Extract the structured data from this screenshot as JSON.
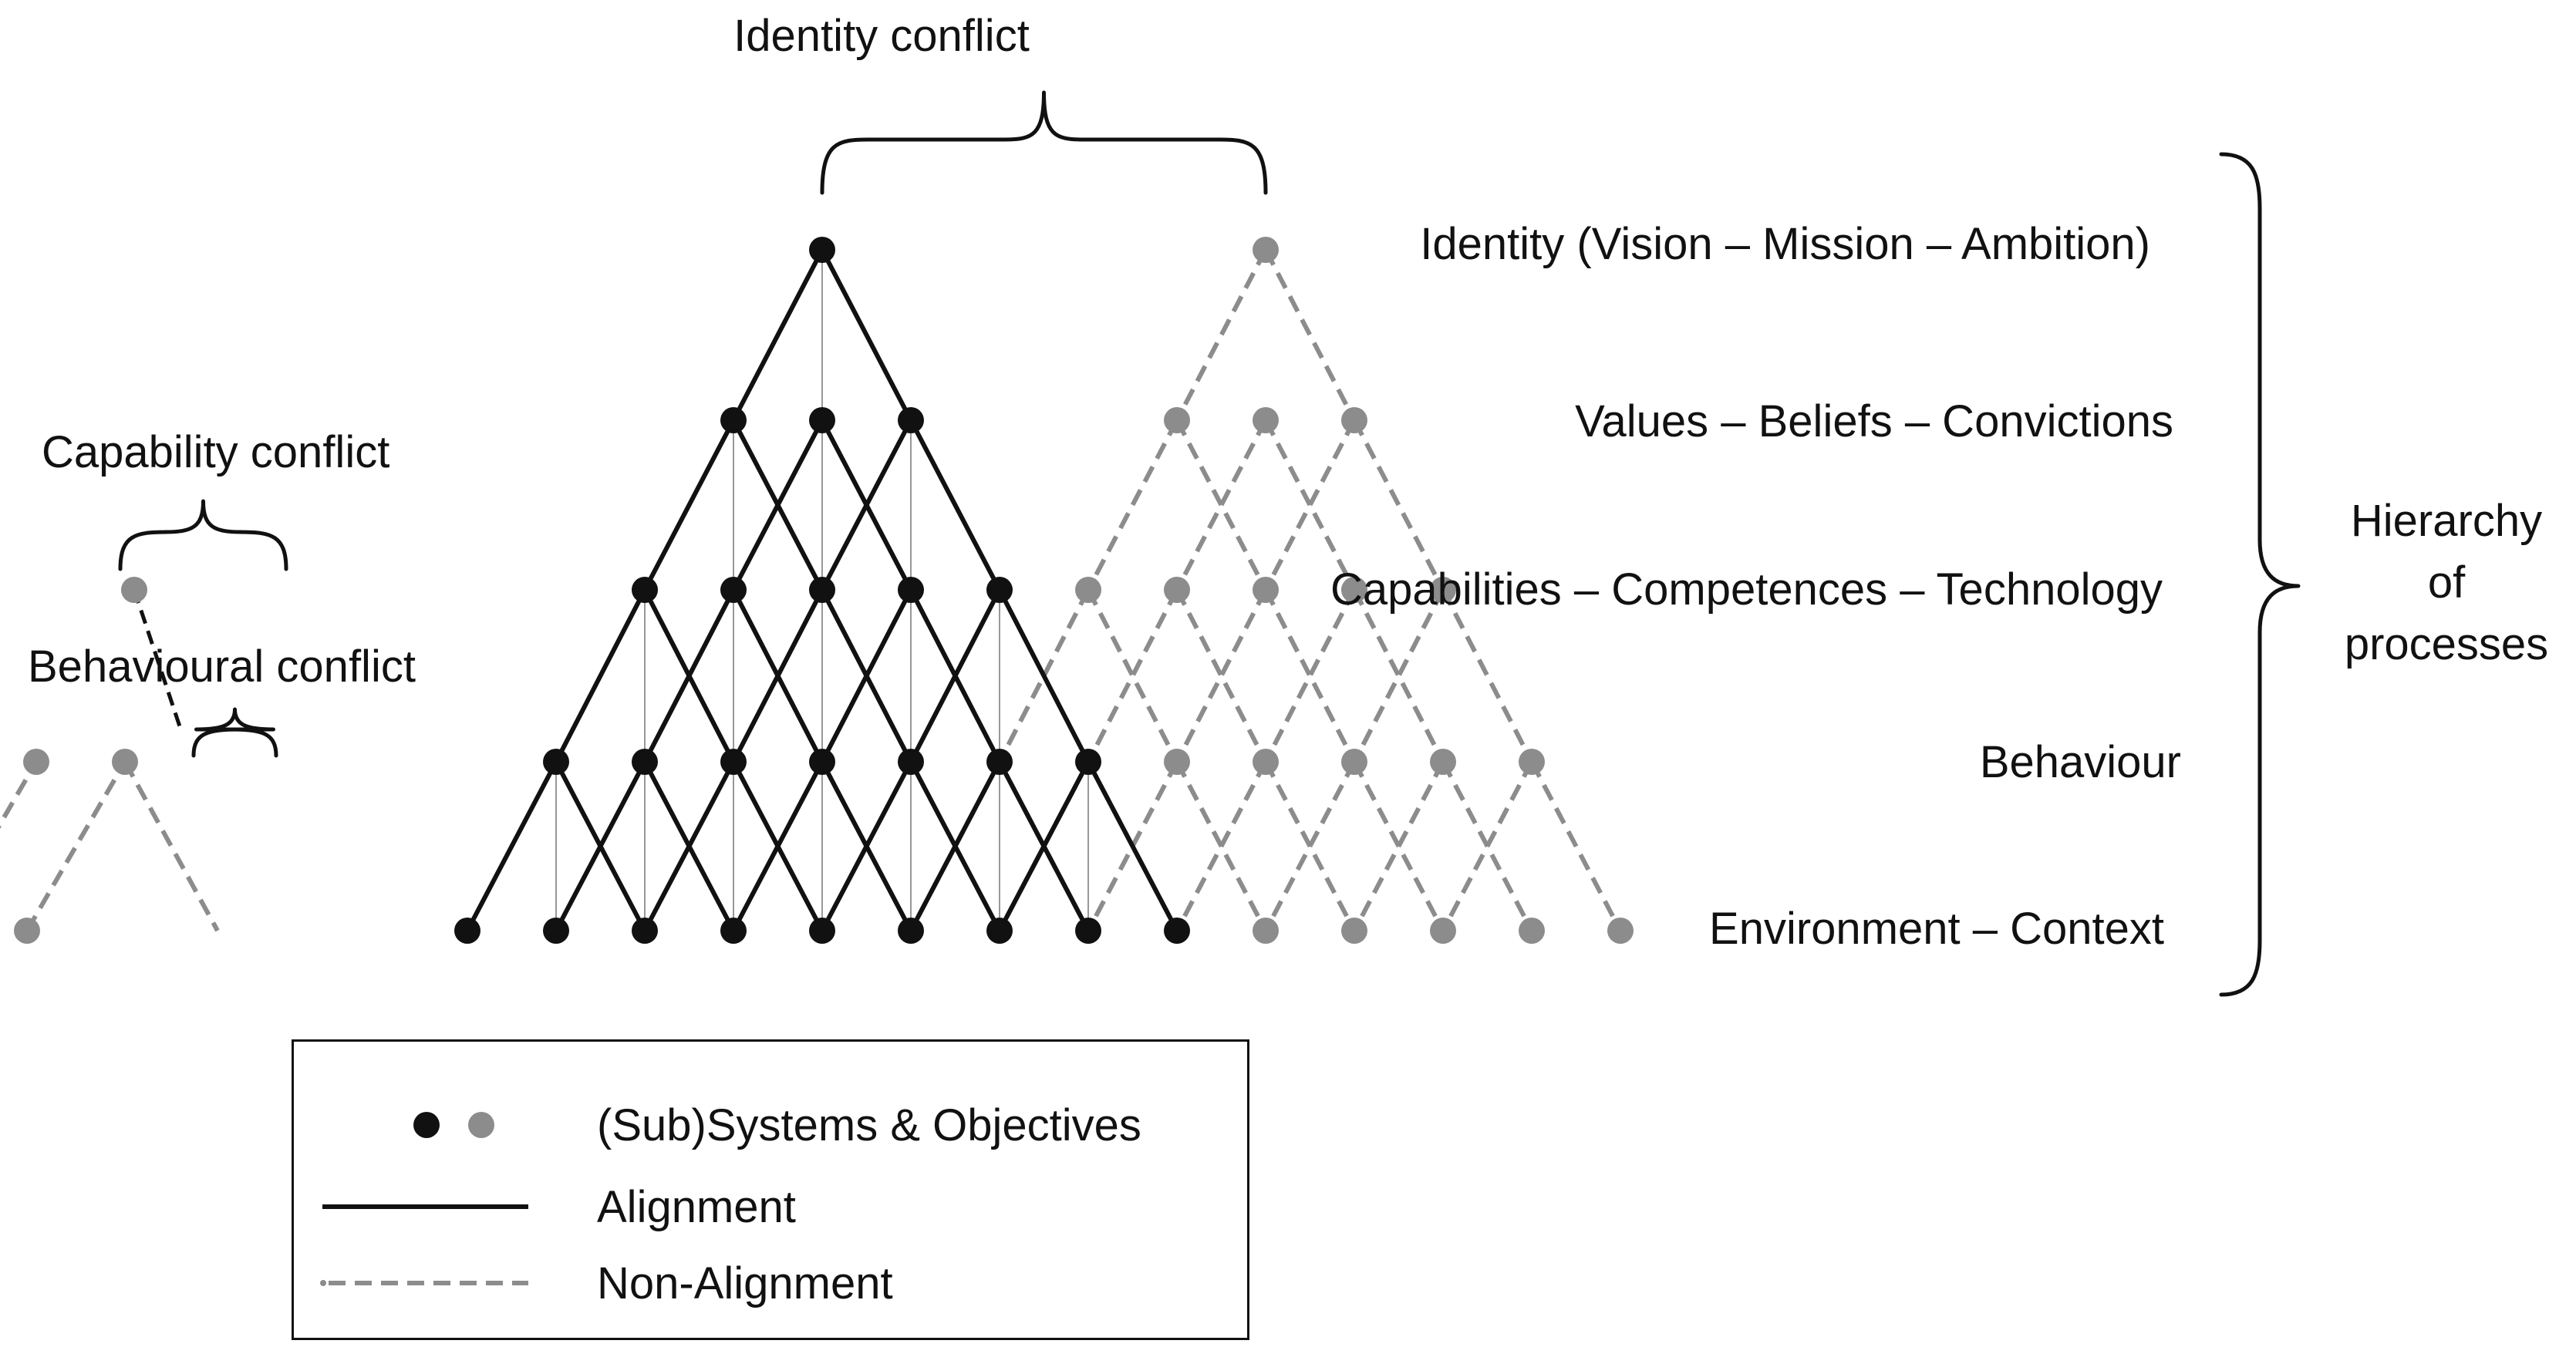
{
  "title": "",
  "conflicts": {
    "identity": "Identity conflict",
    "capability": "Capability conflict",
    "behavioural": "Behavioural conflict"
  },
  "levels": [
    "Identity (Vision – Mission – Ambition)",
    "Values – Beliefs – Convictions",
    "Capabilities – Competences – Technology",
    "Behaviour",
    "Environment – Context"
  ],
  "hierarchy": {
    "line1": "Hierarchy",
    "line2": "of",
    "line3": "processes"
  },
  "legend": {
    "nodes": "(Sub)Systems & Objectives",
    "alignment": "Alignment",
    "non_alignment": "Non-Alignment"
  },
  "colors": {
    "aligned": "#111111",
    "non_aligned": "#8c8c8c",
    "background": "#ffffff"
  }
}
